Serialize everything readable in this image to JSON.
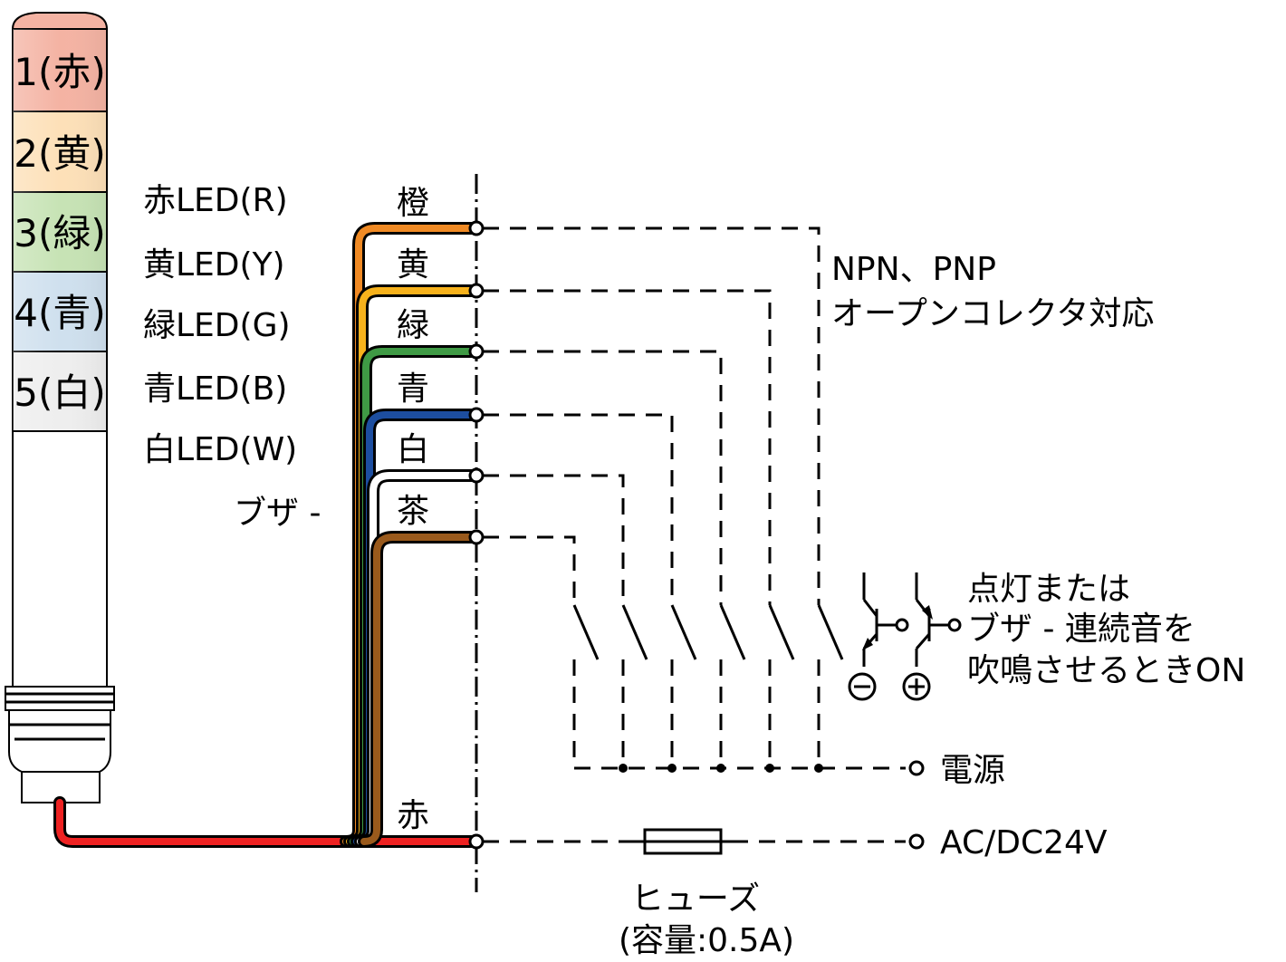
{
  "tower": {
    "tiers": [
      {
        "label": "1(赤)",
        "color": "#f4b3a3"
      },
      {
        "label": "2(黄)",
        "color": "#fde0b8"
      },
      {
        "label": "3(緑)",
        "color": "#c7e3b5"
      },
      {
        "label": "4(青)",
        "color": "#cfe0ee"
      },
      {
        "label": "5(白)",
        "color": "#eeeeee"
      }
    ]
  },
  "signals": [
    {
      "label": "赤LED(R)"
    },
    {
      "label": "黄LED(Y)"
    },
    {
      "label": "緑LED(G)"
    },
    {
      "label": "青LED(B)"
    },
    {
      "label": "白LED(W)"
    },
    {
      "label": "ブザ -"
    }
  ],
  "wires": [
    {
      "label": "橙",
      "color": "#f08a24"
    },
    {
      "label": "黄",
      "color": "#f7b21c"
    },
    {
      "label": "緑",
      "color": "#3f9a45"
    },
    {
      "label": "青",
      "color": "#1d4ea0"
    },
    {
      "label": "白",
      "color": "#ffffff"
    },
    {
      "label": "茶",
      "color": "#9a5a1c"
    }
  ],
  "common_wire": {
    "label": "赤",
    "color": "#ee2222"
  },
  "notes": {
    "collector_line1": "NPN、PNP",
    "collector_line2": "オープンコレクタ対応",
    "on_line1": "点灯または",
    "on_line2": "ブザ - 連続音を",
    "on_line3": "吹鳴させるときON"
  },
  "terminals": {
    "power": "電源",
    "supply": "AC/DC24V"
  },
  "fuse": {
    "label": "ヒューズ",
    "capacity": "(容量:0.5A)"
  },
  "symbols": {
    "minus": "minus-icon",
    "plus": "plus-icon"
  }
}
